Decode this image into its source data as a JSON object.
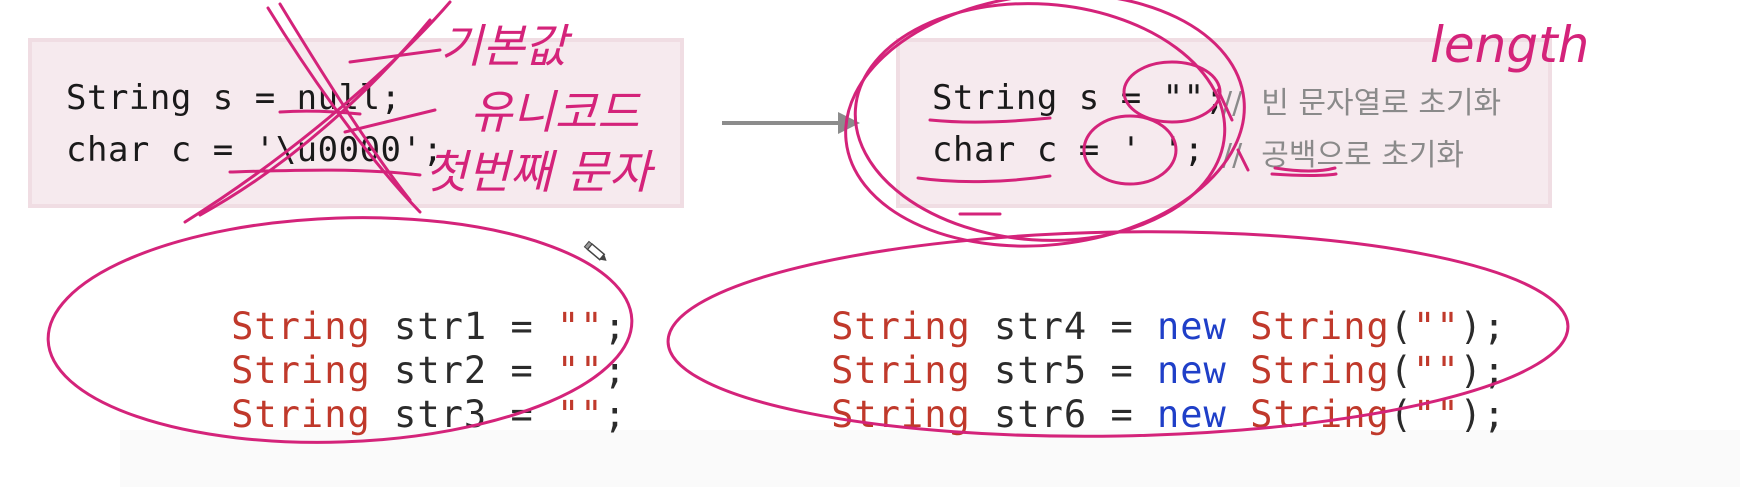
{
  "left_panel": {
    "line1": "String s = null;",
    "line2": "char c = '\\u0000';"
  },
  "right_panel": {
    "line1": "String s = \"\";",
    "line1_comment": "//  빈 문자열로 초기화",
    "line2": "char c = ' ';",
    "line2_comment": "//  공백으로 초기화"
  },
  "left_code": [
    {
      "type": "String",
      "name": "str1",
      "value": "\"\""
    },
    {
      "type": "String",
      "name": "str2",
      "value": "\"\""
    },
    {
      "type": "String",
      "name": "str3",
      "value": "\"\""
    }
  ],
  "right_code": [
    {
      "type": "String",
      "name": "str4",
      "kw": "new",
      "ctor": "String",
      "value": "\"\""
    },
    {
      "type": "String",
      "name": "str5",
      "kw": "new",
      "ctor": "String",
      "value": "\"\""
    },
    {
      "type": "String",
      "name": "str6",
      "kw": "new",
      "ctor": "String",
      "value": "\"\""
    }
  ],
  "annotations": {
    "note_default": "기본값",
    "note_unicode": "유니코드",
    "note_first_char": "첫번째 문자",
    "note_length": "length"
  },
  "colors": {
    "ink": "#d4237a",
    "panel_bg": "#f6eaee",
    "type_red": "#c0392b",
    "keyword_blue": "#1f3fc8",
    "arrow_gray": "#8c8c8c"
  },
  "icons": {
    "cursor": "pencil-cursor-icon",
    "arrow": "right-arrow-icon"
  }
}
